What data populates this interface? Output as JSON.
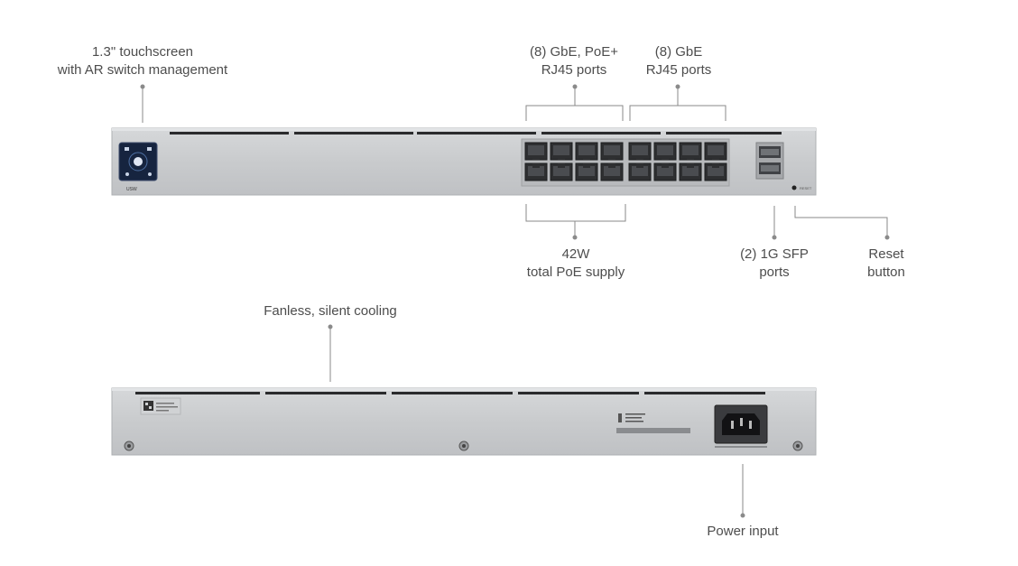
{
  "front_callouts": {
    "touchscreen": {
      "line1": "1.3\" touchscreen",
      "line2": "with AR switch management"
    },
    "poe_ports": {
      "line1": "(8) GbE, PoE+",
      "line2": "RJ45 ports"
    },
    "gbe_ports": {
      "line1": "(8) GbE",
      "line2": "RJ45 ports"
    },
    "poe_supply": {
      "line1": "42W",
      "line2": "total PoE supply"
    },
    "sfp_ports": {
      "line1": "(2) 1G SFP",
      "line2": "ports"
    },
    "reset_button": {
      "line1": "Reset",
      "line2": "button"
    }
  },
  "rear_callouts": {
    "cooling": "Fanless, silent cooling",
    "power": "Power input"
  },
  "device_marks": {
    "model_badge": "USW",
    "reset_mark": "RESET"
  },
  "colors": {
    "chassis": "#c9cbcd",
    "chassis_edge": "#b3b5b8",
    "leader": "#8a8a8a",
    "screen": "#1a2a4a",
    "port": "#2e2f31"
  }
}
